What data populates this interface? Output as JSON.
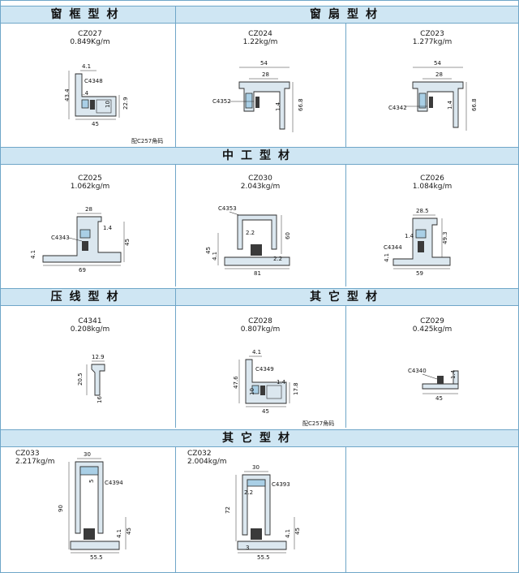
{
  "sections": {
    "window_frame": "窗框型材",
    "window_sash": "窗扇型材",
    "middle": "中工型材",
    "bead": "压线型材",
    "other": "其它型材",
    "other2": "其它型材"
  },
  "profiles": {
    "cz027": {
      "code": "CZ027",
      "weight": "0.849Kg/m",
      "seal": "C4348",
      "dims": [
        "4.1",
        "43.4",
        "1.4",
        "10",
        "22.9",
        "45"
      ],
      "note": "配C257角码"
    },
    "cz024": {
      "code": "CZ024",
      "weight": "1.22kg/m",
      "seal": "C4352",
      "dims": [
        "54",
        "28",
        "1.4",
        "66.8"
      ]
    },
    "cz023": {
      "code": "CZ023",
      "weight": "1.277kg/m",
      "seal": "C4342",
      "dims": [
        "54",
        "28",
        "1.4",
        "66.8"
      ]
    },
    "cz025": {
      "code": "CZ025",
      "weight": "1.062kg/m",
      "seal": "C4343",
      "dims": [
        "28",
        "1.4",
        "45",
        "4.1",
        "69"
      ]
    },
    "cz030": {
      "code": "CZ030",
      "weight": "2.043kg/m",
      "seal": "C4353",
      "dims": [
        "2.2",
        "60",
        "45",
        "4.1",
        "2.2",
        "81"
      ]
    },
    "cz026": {
      "code": "CZ026",
      "weight": "1.084kg/m",
      "seal": "C4344",
      "dims": [
        "28.5",
        "1.4",
        "49.3",
        "4.1",
        "59"
      ]
    },
    "c4341": {
      "code": "C4341",
      "weight": "0.208kg/m",
      "dims": [
        "12.9",
        "20.5",
        "16"
      ]
    },
    "cz028": {
      "code": "CZ028",
      "weight": "0.807kg/m",
      "seal": "C4349",
      "dims": [
        "4.1",
        "47.6",
        "10",
        "1.4",
        "17.8",
        "45"
      ],
      "note": "配C257角码"
    },
    "cz029": {
      "code": "CZ029",
      "weight": "0.425kg/m",
      "seal": "C4340",
      "dims": [
        "1.4",
        "45"
      ]
    },
    "cz033": {
      "code": "CZ033",
      "weight": "2.217kg/m",
      "seal": "C4394",
      "dims": [
        "30",
        "5",
        "90",
        "45",
        "4.1",
        "55.5"
      ]
    },
    "cz032": {
      "code": "CZ032",
      "weight": "2.004kg/m",
      "seal": "C4393",
      "dims": [
        "30",
        "2.2",
        "72",
        "45",
        "4.1",
        "3",
        "55.5"
      ]
    }
  },
  "colors": {
    "band": "#cfe6f3",
    "border": "#6fa6c8",
    "profile": "#dbe7ef"
  }
}
